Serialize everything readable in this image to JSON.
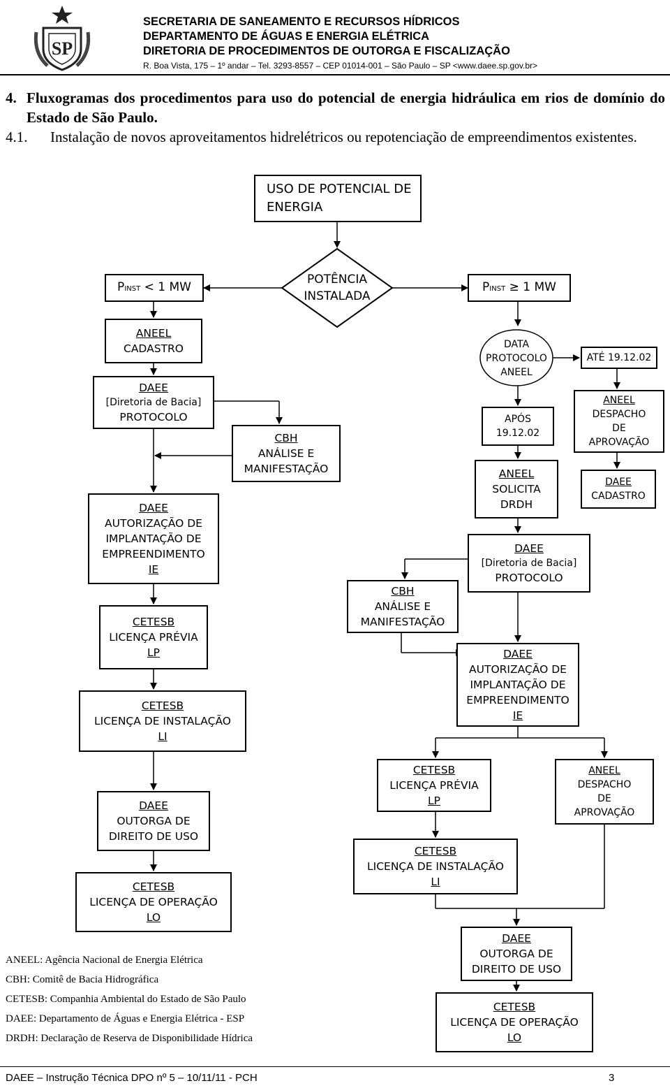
{
  "header": {
    "line1": "SECRETARIA DE SANEAMENTO E RECURSOS HÍDRICOS",
    "line2": "DEPARTAMENTO DE ÁGUAS E ENERGIA ELÉTRICA",
    "line3": "DIRETORIA DE PROCEDIMENTOS DE OUTORGA E FISCALIZAÇÃO",
    "address": "R. Boa Vista, 175 – 1º andar – Tel. 3293-8557 – CEP 01014-001 – São Paulo – SP <www.daee.sp.gov.br>",
    "seal_text": "SP"
  },
  "section": {
    "number": "4.",
    "title": "Fluxogramas dos procedimentos para uso do potencial de energia hidráulica em rios de domínio do Estado de São Paulo.",
    "sub_number": "4.1.",
    "subtitle": "Instalação de novos aproveitamentos hidrelétricos ou repotenciação de empreendimentos existentes."
  },
  "flow": {
    "start": "USO DE POTENCIAL DE ENERGIA",
    "decision": "POTÊNCIA INSTALADA",
    "left_branch": {
      "p": "P",
      "sub": "INST",
      "rest": " < 1 MW"
    },
    "right_branch": {
      "p": "P",
      "sub": "INST",
      "sym": " ≥",
      "rest": " 1 MW"
    },
    "left": {
      "cadastro": {
        "org": "ANEEL",
        "l1": "CADASTRO"
      },
      "protocolo": {
        "org": "DAEE",
        "l1": "[Diretoria de Bacia]",
        "l2": "PROTOCOLO"
      },
      "cbh": {
        "org": "CBH",
        "l1": "ANÁLISE E",
        "l2": "MANIFESTAÇÃO"
      },
      "autorizacao": {
        "org": "DAEE",
        "l1": "AUTORIZAÇÃO DE",
        "l2": "IMPLANTAÇÃO DE",
        "l3": "EMPREENDIMENTO",
        "l4": "IE"
      },
      "lp": {
        "org": "CETESB",
        "l1": "LICENÇA PRÉVIA",
        "l2": "LP"
      },
      "li": {
        "org": "CETESB",
        "l1": "LICENÇA DE INSTALAÇÃO",
        "l2": "LI"
      },
      "outorga": {
        "org": "DAEE",
        "l1": "OUTORGA DE",
        "l2": "DIREITO DE USO"
      },
      "lo": {
        "org": "CETESB",
        "l1": "LICENÇA DE OPERAÇÃO",
        "l2": "LO"
      }
    },
    "right": {
      "data": {
        "l1": "DATA",
        "l2": "PROTOCOLO",
        "l3": "ANEEL"
      },
      "ate": "ATÉ 19.12.02",
      "apos": {
        "l1": "APÓS",
        "l2": "19.12.02"
      },
      "despacho_top": {
        "org": "ANEEL",
        "l1": "DESPACHO",
        "l2": "DE",
        "l3": "APROVAÇÃO"
      },
      "daee_cadastro": {
        "org": "DAEE",
        "l1": "CADASTRO"
      },
      "solicita": {
        "org": "ANEEL",
        "l1": "SOLICITA",
        "l2": "DRDH"
      },
      "protocolo": {
        "org": "DAEE",
        "l1": "[Diretoria de Bacia]",
        "l2": "PROTOCOLO"
      },
      "cbh": {
        "org": "CBH",
        "l1": "ANÁLISE E",
        "l2": "MANIFESTAÇÃO"
      },
      "autorizacao": {
        "org": "DAEE",
        "l1": "AUTORIZAÇÃO DE",
        "l2": "IMPLANTAÇÃO DE",
        "l3": "EMPREENDIMENTO",
        "l4": "IE"
      },
      "lp": {
        "org": "CETESB",
        "l1": "LICENÇA PRÉVIA",
        "l2": "LP"
      },
      "despacho_bottom": {
        "org": "ANEEL",
        "l1": "DESPACHO",
        "l2": "DE",
        "l3": "APROVAÇÃO"
      },
      "li": {
        "org": "CETESB",
        "l1": "LICENÇA DE INSTALAÇÃO",
        "l2": "LI"
      },
      "outorga": {
        "org": "DAEE",
        "l1": "OUTORGA DE",
        "l2": "DIREITO DE USO"
      },
      "lo": {
        "org": "CETESB",
        "l1": "LICENÇA DE OPERAÇÃO",
        "l2": "LO"
      }
    }
  },
  "glossary": [
    "ANEEL: Agência Nacional de Energia Elétrica",
    "CBH: Comitê de Bacia Hidrográfica",
    "CETESB: Companhia Ambiental do Estado de São Paulo",
    "DAEE: Departamento de Águas e Energia Elétrica - ESP",
    "DRDH: Declaração de Reserva de Disponibilidade Hídrica"
  ],
  "footer": {
    "left": "DAEE – Instrução Técnica DPO nº 5 – 10/11/11 - PCH",
    "page": "3"
  }
}
